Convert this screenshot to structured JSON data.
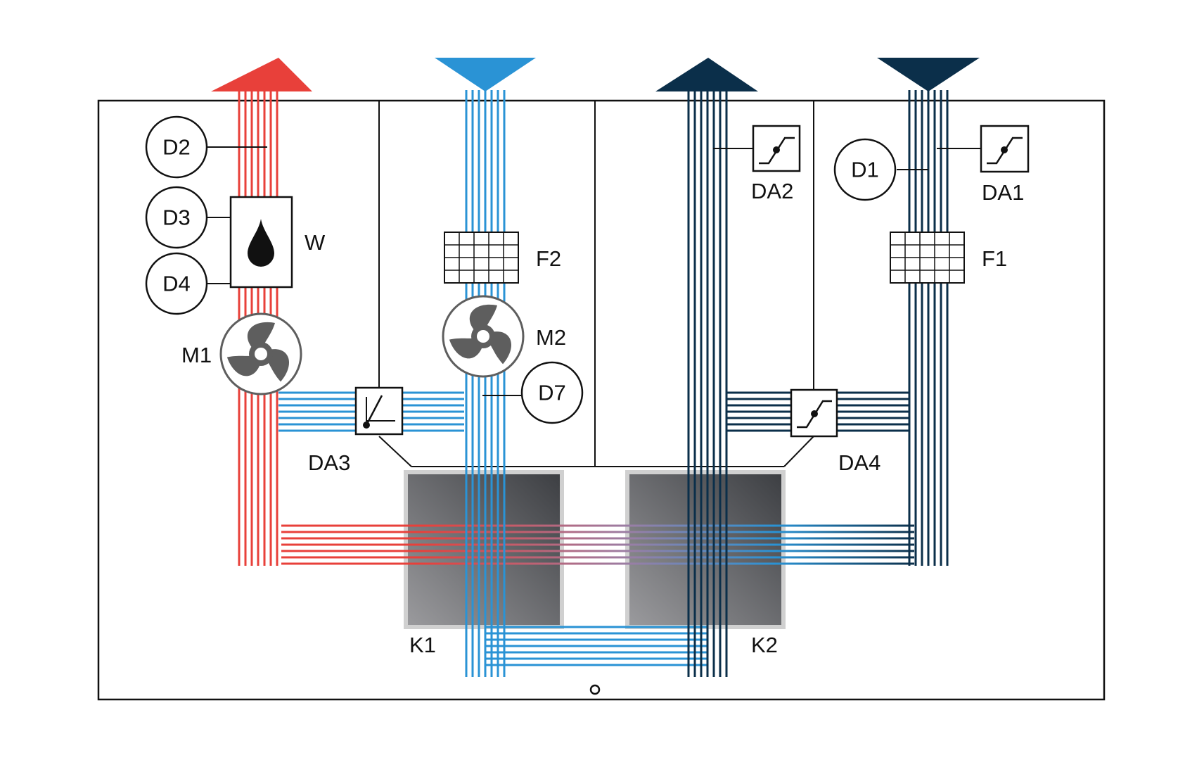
{
  "colors": {
    "red": "#e8403a",
    "light_blue": "#2a93d5",
    "dark_blue": "#0b2f4a",
    "exchanger_dark": "#3d3f43",
    "exchanger_light": "#9a9a9d",
    "fan_gray": "#5e5e5e"
  },
  "sensors": {
    "D1": "D1",
    "D2": "D2",
    "D3": "D3",
    "D4": "D4",
    "D7": "D7"
  },
  "dampers": {
    "DA1": "DA1",
    "DA2": "DA2",
    "DA3": "DA3",
    "DA4": "DA4"
  },
  "filters": {
    "F1": "F1",
    "F2": "F2"
  },
  "fans": {
    "M1": "M1",
    "M2": "M2"
  },
  "humidifier": {
    "W": "W",
    "icon": "water-drop-icon"
  },
  "exchangers": {
    "K1": "K1",
    "K2": "K2"
  }
}
